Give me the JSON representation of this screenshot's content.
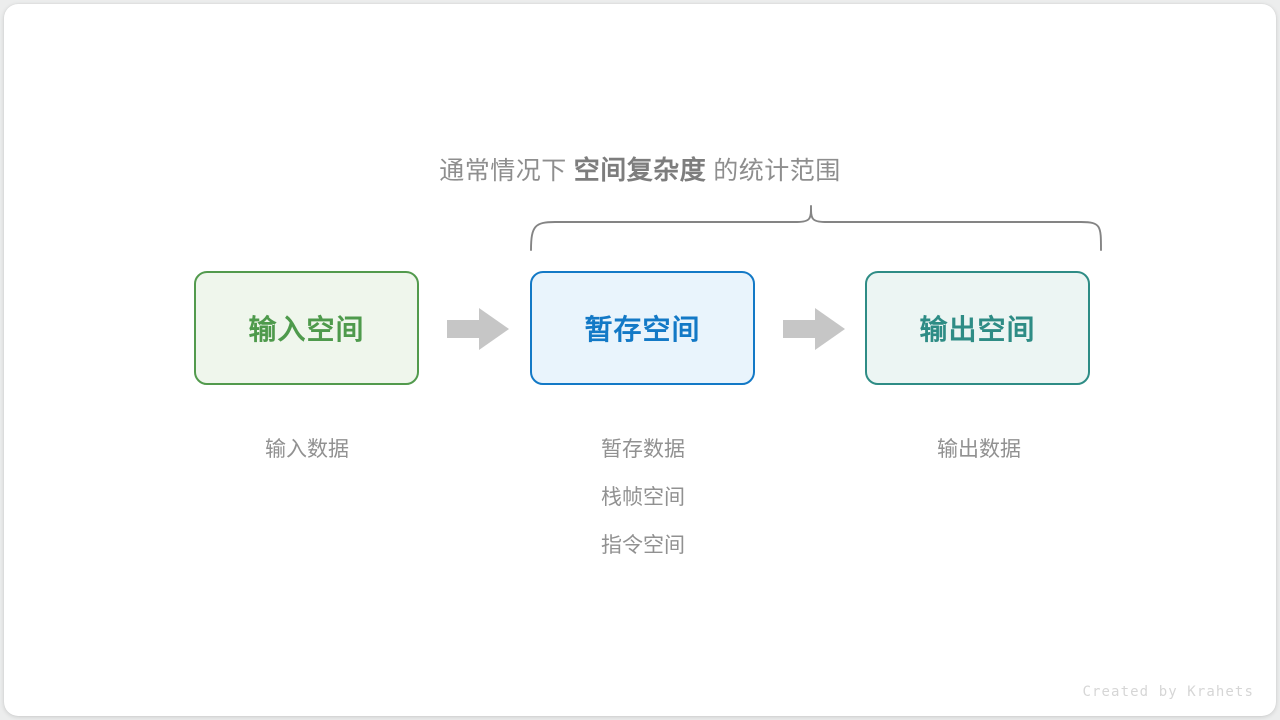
{
  "canvas": {
    "background": "#eceded",
    "card_background": "#ffffff"
  },
  "heading": {
    "prefix": "通常情况下",
    "emphasis": "空间复杂度",
    "suffix": "的统计范围",
    "color": "#8e8e8e",
    "emphasis_color": "#7d7d7d"
  },
  "brace": {
    "name": "span-brace",
    "color": "#848484",
    "spans_boxes": [
      "暂存空间",
      "输出空间"
    ]
  },
  "boxes": [
    {
      "id": "input",
      "label": "输入空间",
      "border_color": "#529a4d",
      "fill_color": "#eff6ec",
      "text_color": "#4e9a4c"
    },
    {
      "id": "buffer",
      "label": "暂存空间",
      "border_color": "#1379c6",
      "fill_color": "#e9f4fc",
      "text_color": "#1379c6"
    },
    {
      "id": "output",
      "label": "输出空间",
      "border_color": "#2e8c85",
      "fill_color": "#ecf5f3",
      "text_color": "#2e8c85"
    }
  ],
  "arrows": [
    {
      "id": "arrow-1",
      "from": "输入空间",
      "to": "暂存空间",
      "color": "#c6c6c6"
    },
    {
      "id": "arrow-2",
      "from": "暂存空间",
      "to": "输出空间",
      "color": "#c6c6c6"
    }
  ],
  "captions": {
    "color": "#919191",
    "input": [
      "输入数据"
    ],
    "buffer": [
      "暂存数据",
      "栈帧空间",
      "指令空间"
    ],
    "output": [
      "输出数据"
    ]
  },
  "credit": {
    "text": "Created by Krahets",
    "color": "#d6d6d6"
  }
}
